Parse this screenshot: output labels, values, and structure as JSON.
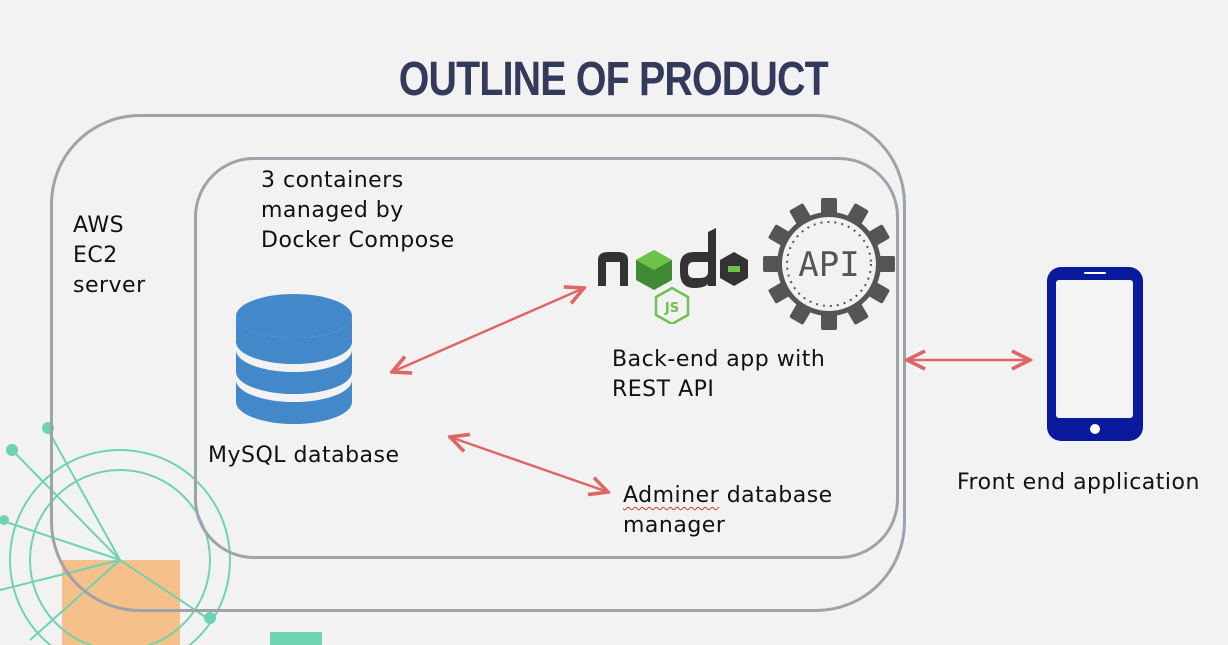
{
  "title": "OUTLINE OF PRODUCT",
  "aws_label": "AWS\nEC2\nserver",
  "containers_label": " 3 containers\nmanaged by\nDocker Compose",
  "mysql_label": "MySQL database",
  "backend_label": "Back-end app with\nREST API",
  "adminer_word": "Adminer",
  "adminer_rest": " database\nmanager",
  "frontend_label": "Front end application",
  "node_logo_text": "node",
  "node_js_text": "JS",
  "api_badge_text": "API",
  "colors": {
    "title": "#343a5c",
    "box_border": "#9ea3a9",
    "arrow": "#e06666",
    "database": "#4389c9",
    "phone": "#0a1a9c",
    "node_green": "#6cc24a"
  },
  "icons": [
    "database-icon",
    "nodejs-logo",
    "api-gear-icon",
    "smartphone-icon"
  ]
}
